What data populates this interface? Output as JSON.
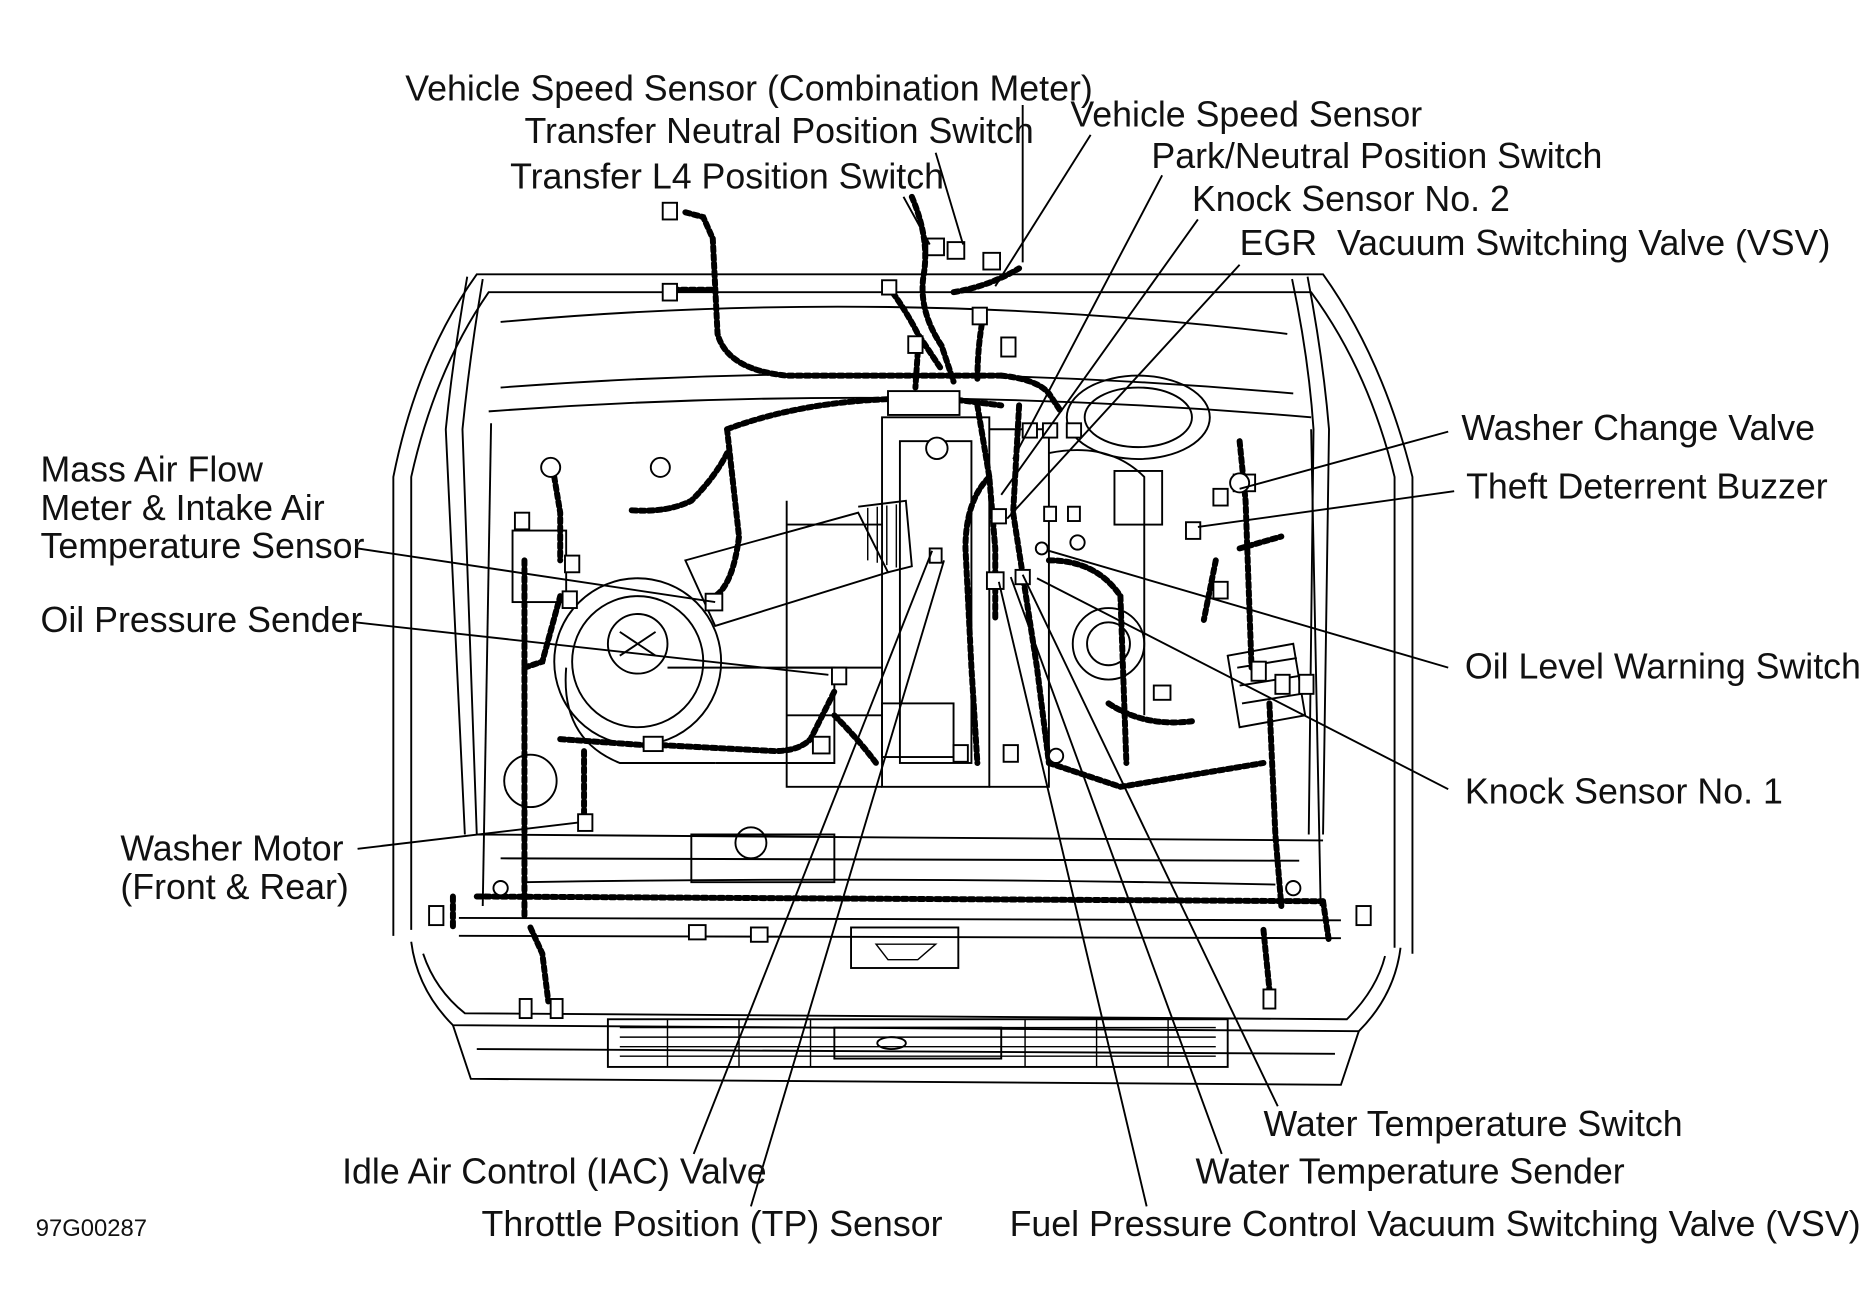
{
  "labels": {
    "vehicle_speed_sensor_combination_meter": "Vehicle Speed Sensor (Combination Meter)",
    "transfer_neutral_position_switch": "Transfer Neutral Position Switch",
    "transfer_l4_position_switch": "Transfer L4 Position Switch",
    "vehicle_speed_sensor": "Vehicle Speed Sensor",
    "park_neutral_position_switch": "Park/Neutral Position Switch",
    "knock_sensor_no2": "Knock Sensor No. 2",
    "egr_vsv": "EGR  Vacuum Switching Valve (VSV)",
    "washer_change_valve": "Washer Change Valve",
    "theft_deterrent_buzzer": "Theft Deterrent Buzzer",
    "maf_line1": "Mass Air Flow",
    "maf_line2": "Meter & Intake Air",
    "maf_line3": "Temperature Sensor",
    "oil_pressure_sender": "Oil Pressure Sender",
    "oil_level_warning_switch": "Oil Level Warning Switch",
    "knock_sensor_no1": "Knock Sensor No. 1",
    "washer_motor_line1": "Washer Motor",
    "washer_motor_line2": "(Front & Rear)",
    "water_temperature_switch": "Water Temperature Switch",
    "water_temperature_sender": "Water Temperature Sender",
    "iac_valve": "Idle Air Control (IAC) Valve",
    "tp_sensor": "Throttle Position (TP) Sensor",
    "fuel_pressure_vsv": "Fuel Pressure Control Vacuum Switching Valve (VSV)"
  },
  "figure_code": "97G00287"
}
